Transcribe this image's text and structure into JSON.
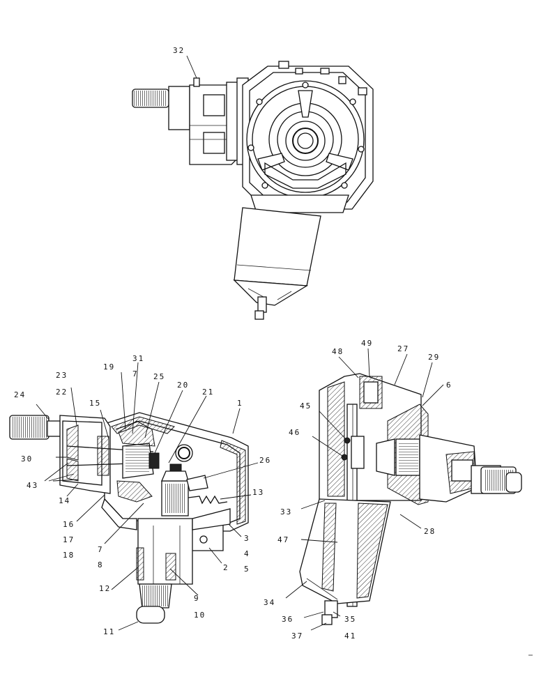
{
  "callouts": {
    "c32": "32",
    "c24": "24",
    "c23": "23",
    "c22": "22",
    "c15": "15",
    "c30": "30",
    "c43": "43",
    "c14": "14",
    "c16": "16",
    "c17": "17",
    "c18": "18",
    "c19": "19",
    "c31": "31",
    "c7a": "7",
    "c25": "25",
    "c20": "20",
    "c21": "21",
    "c1": "1",
    "c26": "26",
    "c13": "13",
    "c3": "3",
    "c4": "4",
    "c5": "5",
    "c2": "2",
    "c7b": "7",
    "c8": "8",
    "c12": "12",
    "c9": "9",
    "c10": "10",
    "c11": "11",
    "c48": "48",
    "c49": "49",
    "c27": "27",
    "c29": "29",
    "c6": "6",
    "c45": "45",
    "c46": "46",
    "c33": "33",
    "c47": "47",
    "c28": "28",
    "c34": "34",
    "c36": "36",
    "c35": "35",
    "c37": "37",
    "c41": "41"
  }
}
